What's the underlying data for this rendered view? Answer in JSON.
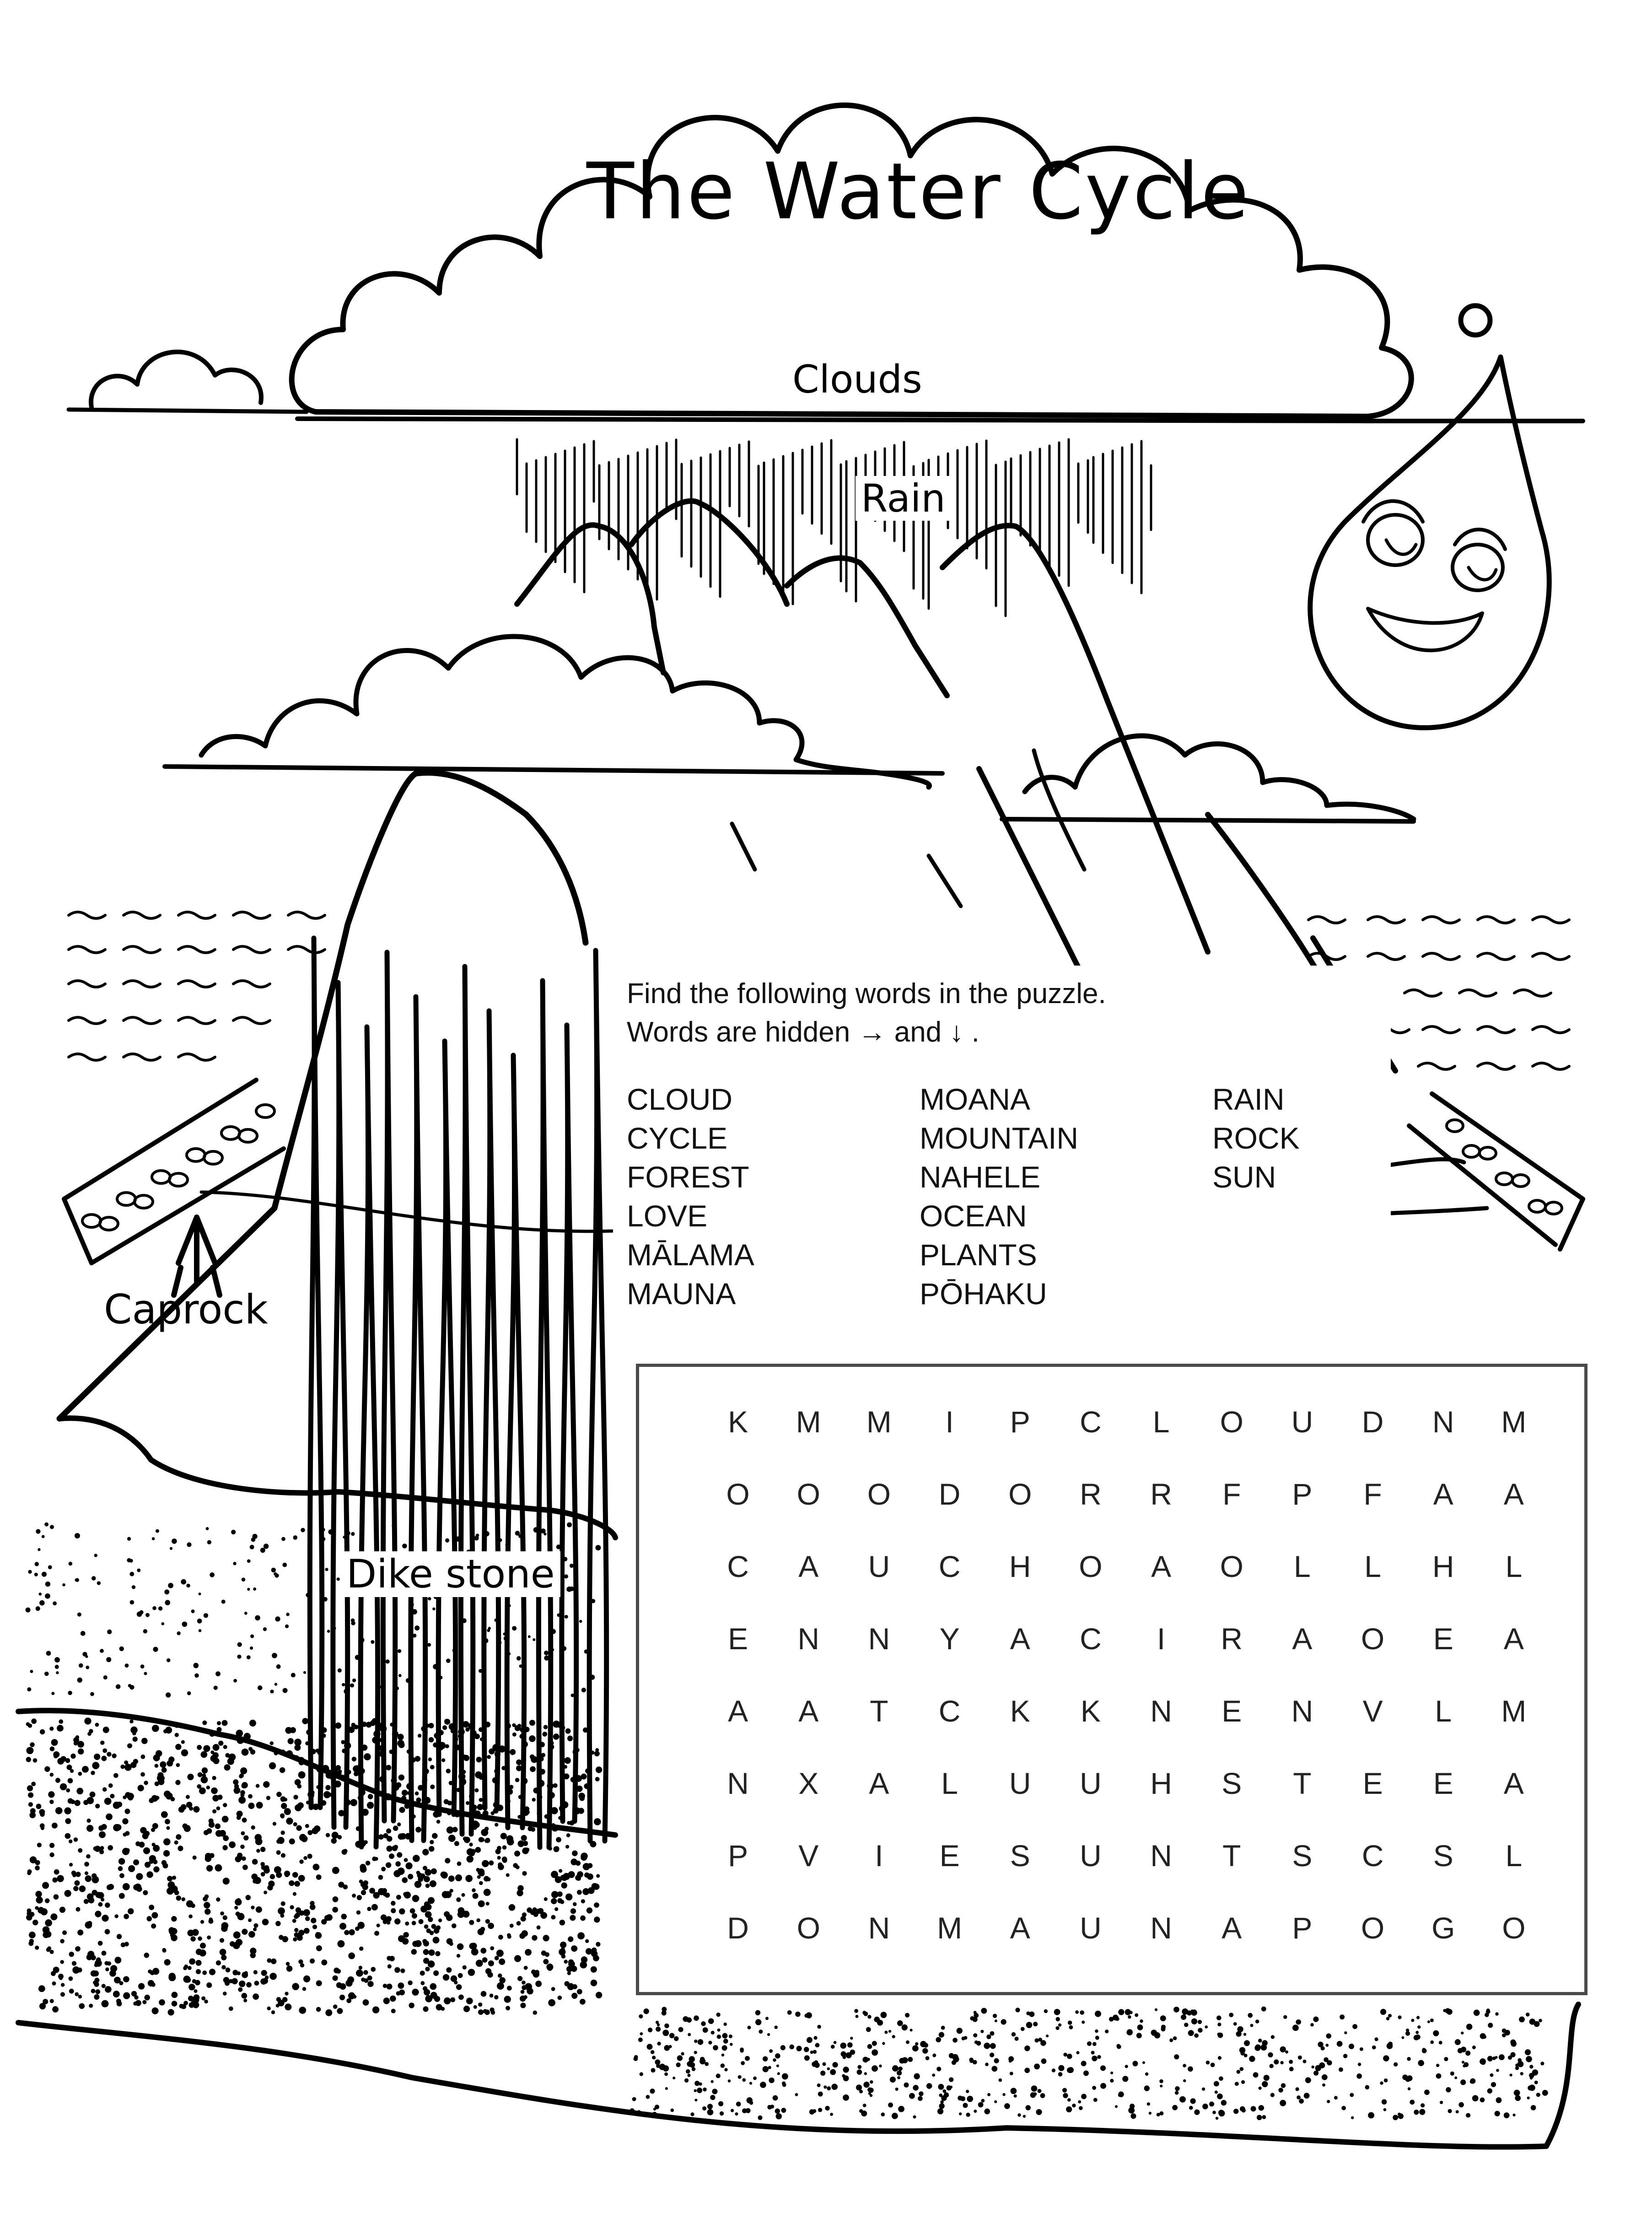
{
  "title": "The Water Cycle",
  "labels": {
    "clouds": "Clouds",
    "rain": "Rain",
    "caprock": "Caprock",
    "dike_stone": "Dike stone"
  },
  "instructions": {
    "line1": "Find the following words in the puzzle.",
    "line2_prefix": "Words are hidden",
    "arrow_right": "→",
    "and": "and",
    "arrow_down": "↓",
    "period": "."
  },
  "word_list": {
    "column1": [
      "CLOUD",
      "CYCLE",
      "FOREST",
      "LOVE",
      "MĀLAMA",
      "MAUNA"
    ],
    "column2": [
      "MOANA",
      "MOUNTAIN",
      "NAHELE",
      "OCEAN",
      "PLANTS",
      "PŌHAKU"
    ],
    "column3": [
      "RAIN",
      "ROCK",
      "SUN"
    ]
  },
  "puzzle_grid": [
    [
      "K",
      "M",
      "M",
      "I",
      "P",
      "C",
      "L",
      "O",
      "U",
      "D",
      "N",
      "M"
    ],
    [
      "O",
      "O",
      "O",
      "D",
      "O",
      "R",
      "R",
      "F",
      "P",
      "F",
      "A",
      "A"
    ],
    [
      "C",
      "A",
      "U",
      "C",
      "H",
      "O",
      "A",
      "O",
      "L",
      "L",
      "H",
      "L"
    ],
    [
      "E",
      "N",
      "N",
      "Y",
      "A",
      "C",
      "I",
      "R",
      "A",
      "O",
      "E",
      "A"
    ],
    [
      "A",
      "A",
      "T",
      "C",
      "K",
      "K",
      "N",
      "E",
      "N",
      "V",
      "L",
      "M"
    ],
    [
      "N",
      "X",
      "A",
      "L",
      "U",
      "U",
      "H",
      "S",
      "T",
      "E",
      "E",
      "A"
    ],
    [
      "P",
      "V",
      "I",
      "E",
      "S",
      "U",
      "N",
      "T",
      "S",
      "C",
      "S",
      "L"
    ],
    [
      "D",
      "O",
      "N",
      "M",
      "A",
      "U",
      "N",
      "A",
      "P",
      "O",
      "G",
      "O"
    ]
  ]
}
